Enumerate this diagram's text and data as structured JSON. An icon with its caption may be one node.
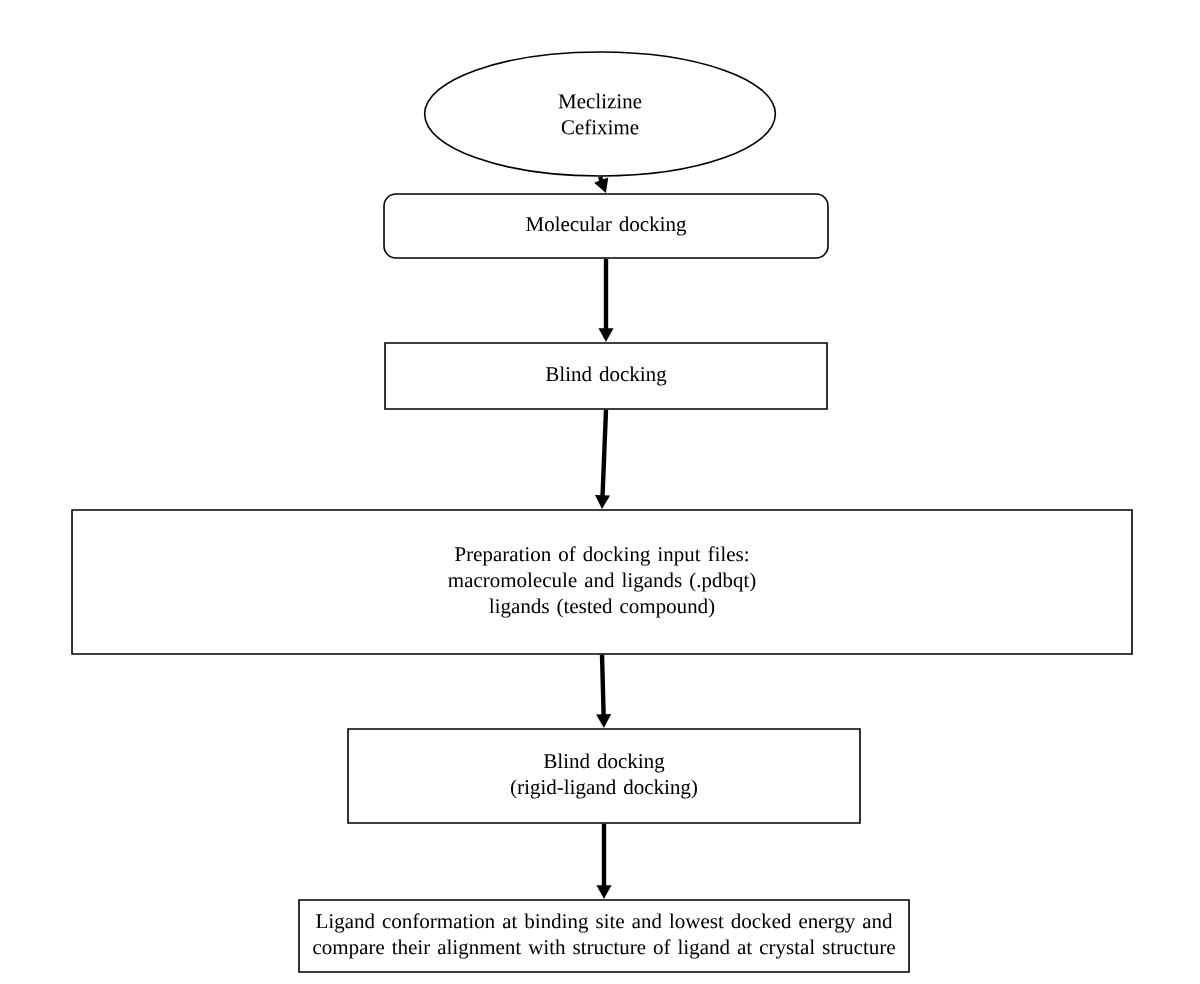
{
  "diagram": {
    "nodes": [
      {
        "text": [
          "Meclizine",
          "Cefixime"
        ]
      },
      {
        "text": [
          "Molecular docking"
        ]
      },
      {
        "text": [
          "Blind docking"
        ]
      },
      {
        "text": [
          "Preparation of docking input files:",
          "macromolecule and ligands (.pdbqt)",
          "ligands (tested compound)"
        ]
      },
      {
        "text": [
          "Blind docking",
          "(rigid-ligand docking)"
        ]
      },
      {
        "text": [
          "Ligand conformation at binding site and lowest docked energy and compare their alignment with structure of ligand at crystal structure"
        ]
      }
    ],
    "edges": [
      {
        "from": 0,
        "to": 1,
        "arrow": "to"
      },
      {
        "from": 1,
        "to": 2,
        "arrow": "to"
      },
      {
        "from": 2,
        "to": 3,
        "arrow": "to"
      },
      {
        "from": 3,
        "to": 4,
        "arrow": "to"
      },
      {
        "from": 4,
        "to": 5,
        "arrow": "to"
      }
    ]
  }
}
